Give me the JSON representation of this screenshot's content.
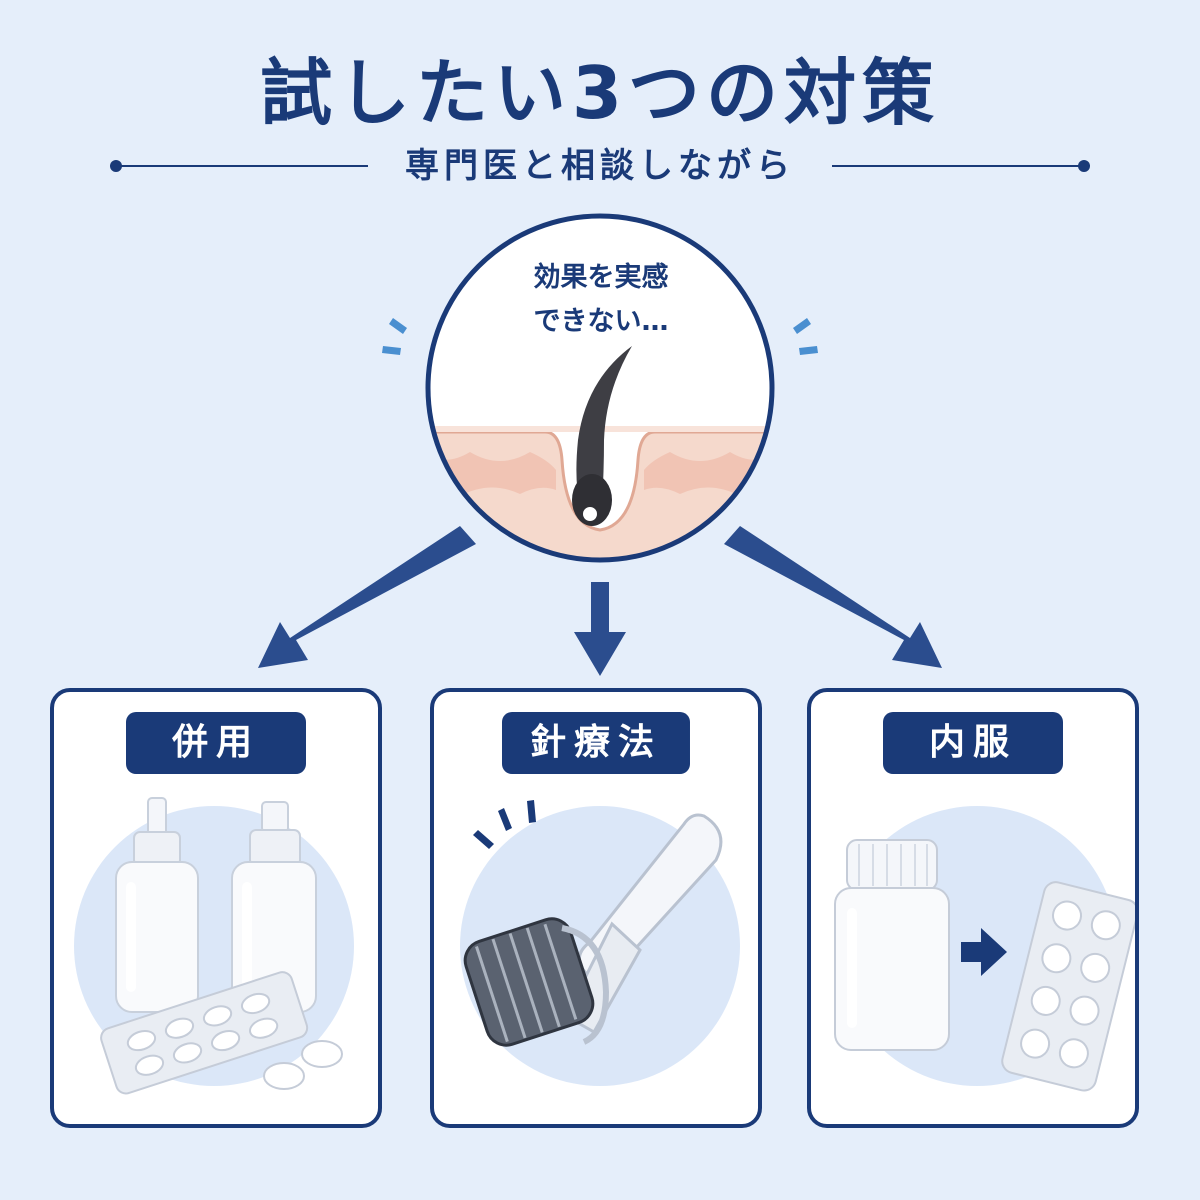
{
  "header": {
    "title": "試したい3つの対策",
    "subtitle": "専門医と相談しながら"
  },
  "center": {
    "bubble_line1": "効果を実感",
    "bubble_line2": "できない…"
  },
  "options": [
    {
      "label": "併用"
    },
    {
      "label": "針療法"
    },
    {
      "label": "内服"
    }
  ],
  "colors": {
    "navy": "#1a3a78",
    "background": "#e5eefa",
    "skin": "#f3d5c8",
    "circle_fill": "#dbe7f8"
  }
}
